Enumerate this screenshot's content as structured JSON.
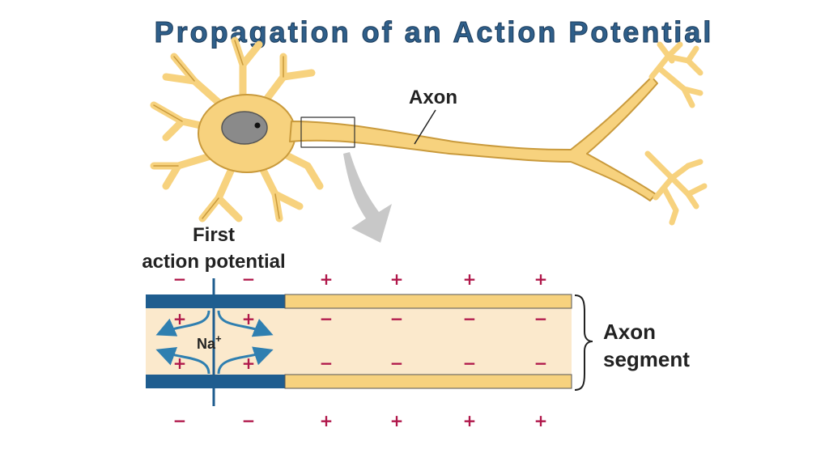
{
  "title": "Propagation of an Action Potential",
  "labels": {
    "axon": "Axon",
    "first_action_potential_line1": "First",
    "first_action_potential_line2": "action potential",
    "axon_segment_line1": "Axon",
    "axon_segment_line2": "segment",
    "ion": "Na",
    "ion_charge": "+"
  },
  "charges": {
    "outside_top": [
      "−",
      "−",
      "+",
      "+",
      "+",
      "+"
    ],
    "inside_top": [
      "+",
      "+",
      "−",
      "−",
      "−",
      "−"
    ],
    "inside_bottom": [
      "+",
      "+",
      "−",
      "−",
      "−",
      "−"
    ],
    "outside_bottom": [
      "−",
      "−",
      "+",
      "+",
      "+",
      "+"
    ]
  },
  "colors": {
    "title_fill": "#2f5f8a",
    "neuron_fill": "#f7d27e",
    "neuron_stroke": "#c99a3c",
    "nucleus": "#8a8a8a",
    "membrane_depolarized": "#1f5d8f",
    "membrane_resting": "#f7d27e",
    "cytoplasm": "#fbe9cc",
    "charge": "#b0174a",
    "arrow": "#2f7fb0",
    "zoom_arrow": "#c8c8c8"
  }
}
